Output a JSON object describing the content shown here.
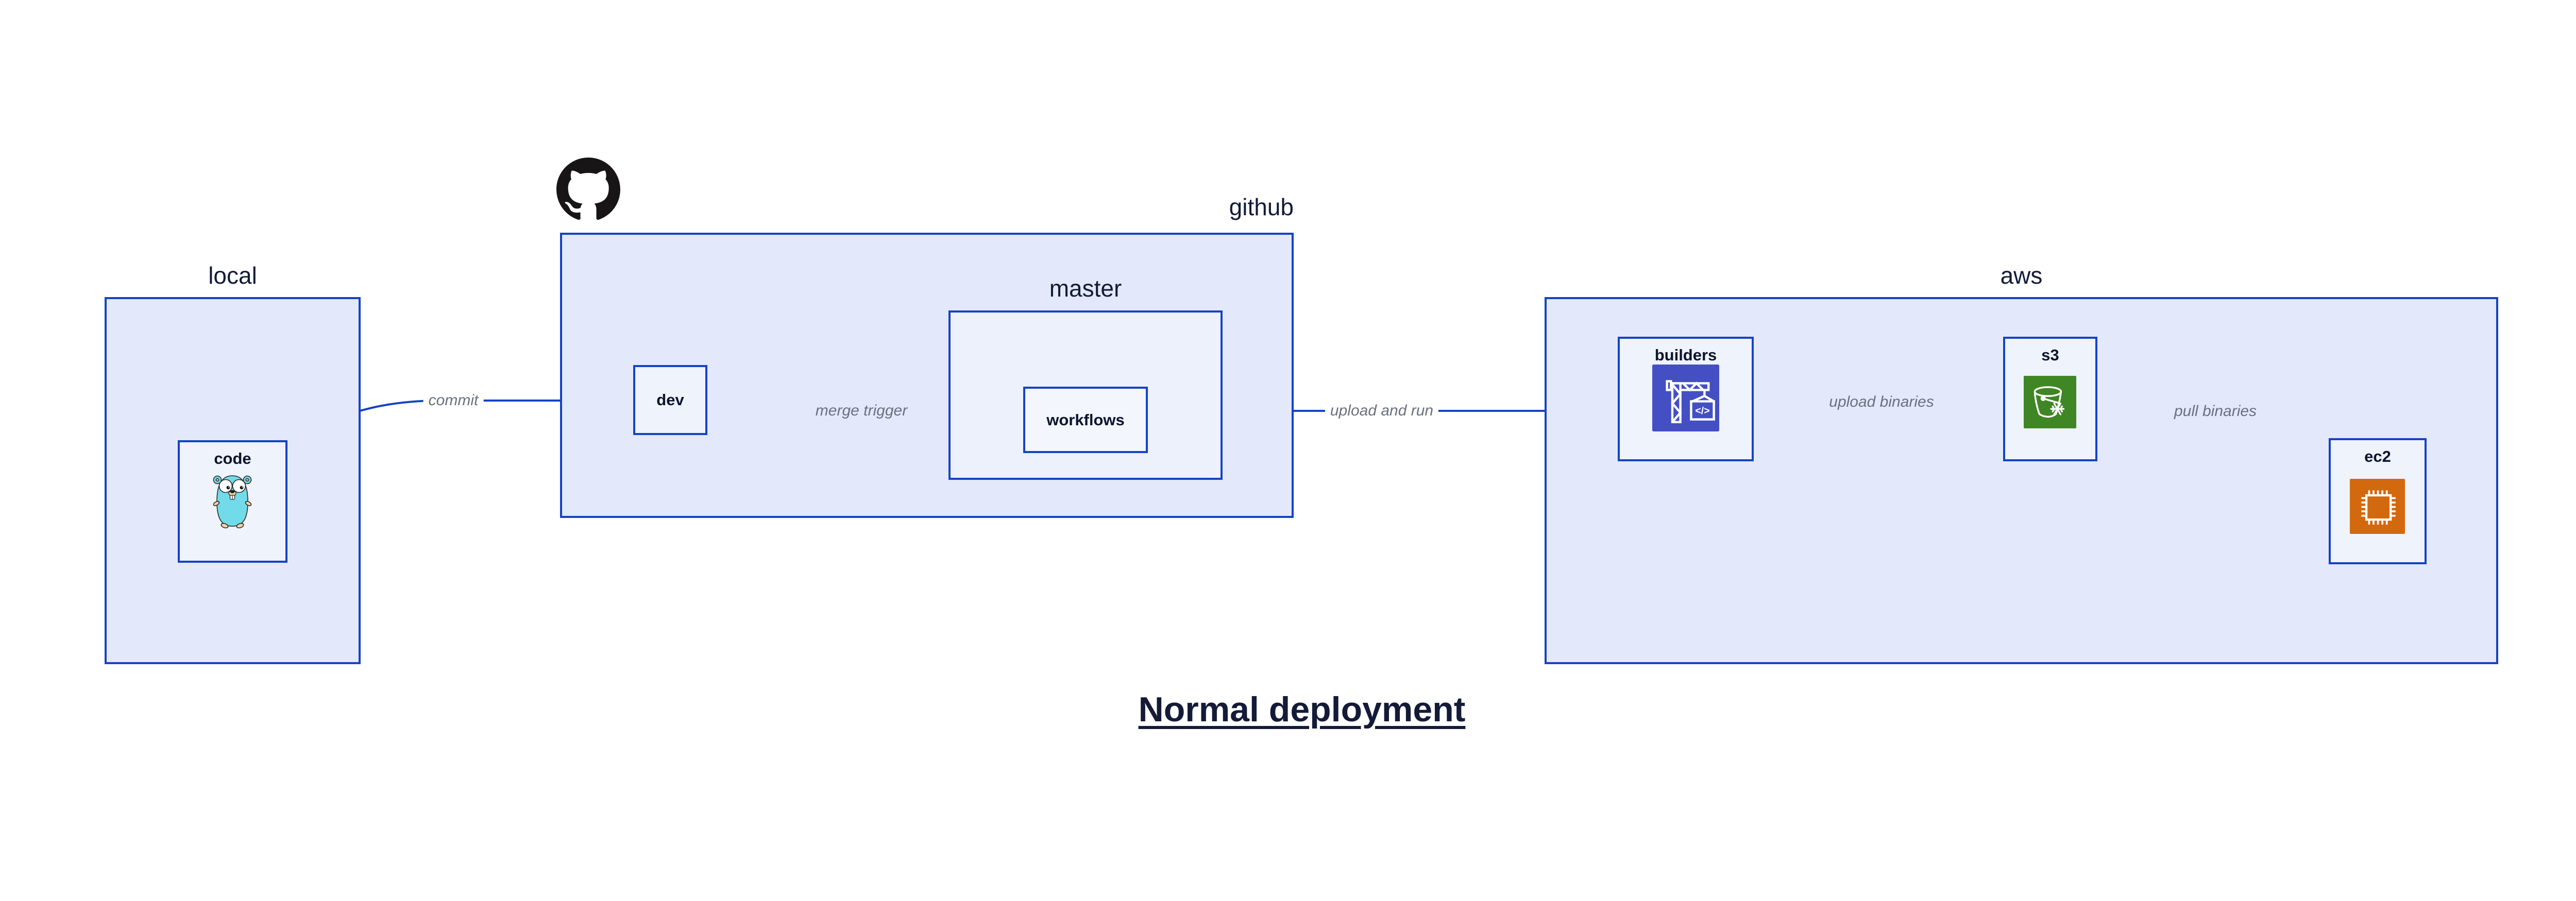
{
  "title": {
    "text": "Normal deployment"
  },
  "groups": {
    "local": "local",
    "github": "github",
    "master": "master",
    "aws": "aws"
  },
  "nodes": {
    "code": "code",
    "dev": "dev",
    "workflows": "workflows",
    "builders": "builders",
    "s3": "s3",
    "ec2": "ec2"
  },
  "edges": {
    "commit": "commit",
    "merge_trigger": "merge trigger",
    "upload_and_run": "upload and run",
    "upload_binaries": "upload binaries",
    "pull_binaries": "pull binaries"
  },
  "icons": {
    "github_logo": "github-octocat-logo",
    "code_icon": "go-gopher-mascot",
    "builders_icon": "codebuild-crane",
    "s3_icon": "s3-bucket-snowflake",
    "ec2_icon": "cpu-chip"
  },
  "colors": {
    "edge_blue": "#1543c5",
    "outer_fill": "#e3e9fa",
    "mid_fill": "#edf1fb",
    "node_fill": "#eff3fc",
    "label_gray": "#6b7080",
    "text_navy": "#131b38",
    "codebuild_indigo": "#444fc4",
    "s3_green": "#3f8624",
    "ec2_orange": "#d2690f",
    "github_black": "#171515",
    "gopher_teal": "#72dbea"
  }
}
